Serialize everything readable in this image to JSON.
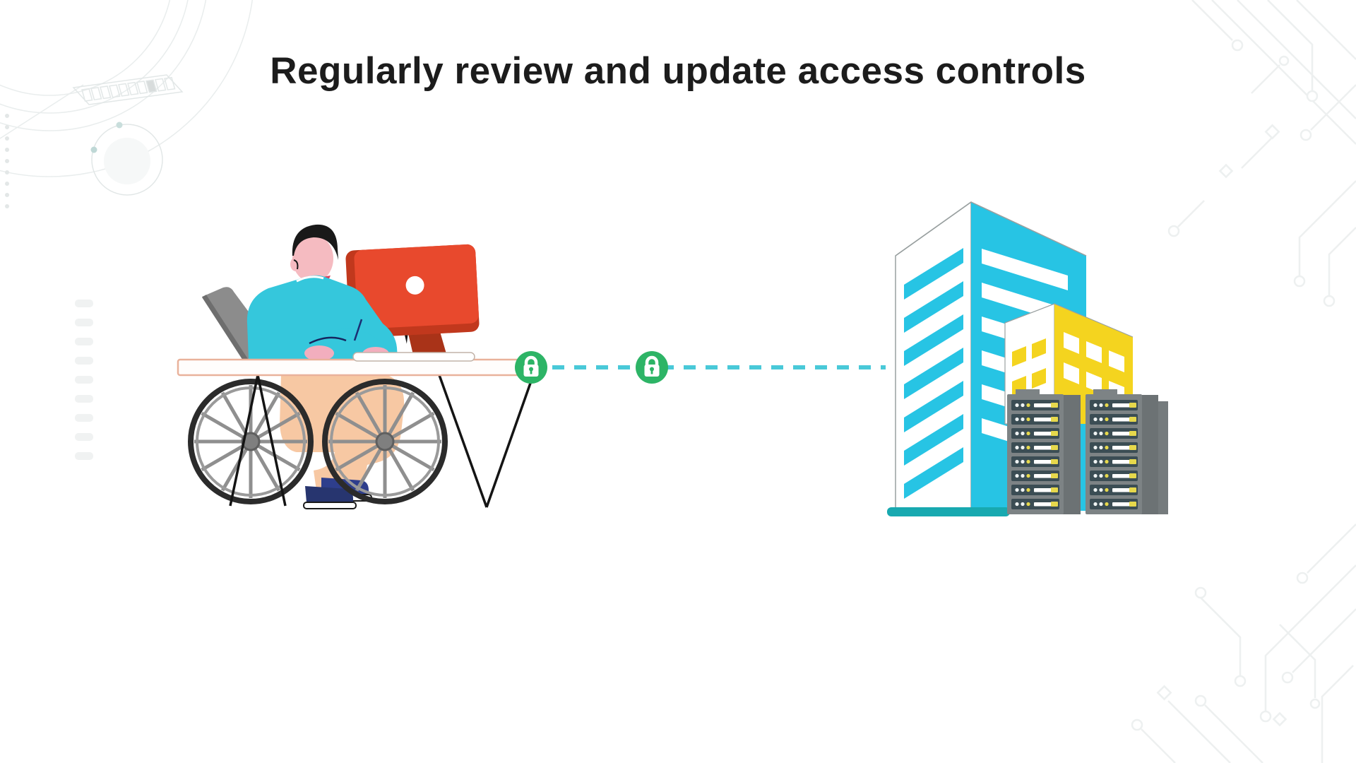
{
  "title": "Regularly review and update access controls",
  "icons": {
    "lock_left": "lock-icon",
    "lock_right": "lock-icon",
    "monitor_logo": "circle-logo-icon"
  },
  "connection": {
    "style": "dashed",
    "lock_count": 2
  },
  "servers": {
    "racks": 2,
    "units_per_rack": 8
  },
  "colors": {
    "background": "#FFFFFF",
    "title_text": "#1C1C1C",
    "shirt_cyan": "#35C7DC",
    "skin_pink": "#F5BBC1",
    "hand_pink": "#F2AEBE",
    "hair_dark": "#191919",
    "pants_peach": "#F7C8A3",
    "neck_shadow_crimson": "#D8405B",
    "monitor_red": "#E8492D",
    "monitor_red_dark": "#C1381D",
    "monitor_stand": "#A93318",
    "lock_green": "#2DB466",
    "dash_cyan": "#49C9D8",
    "building_cyan": "#27C4E4",
    "building_yellow": "#F4D41F",
    "base_teal": "#18A9B0",
    "server_gray": "#7D8385",
    "server_side": "#6C7274",
    "server_unit": "#3B4D54",
    "led_yellow": "#E6D84C",
    "shoe_navy": "#2E3E8C",
    "desk_outline": "#E9B29B",
    "decor_gray": "#EDF0F0"
  }
}
